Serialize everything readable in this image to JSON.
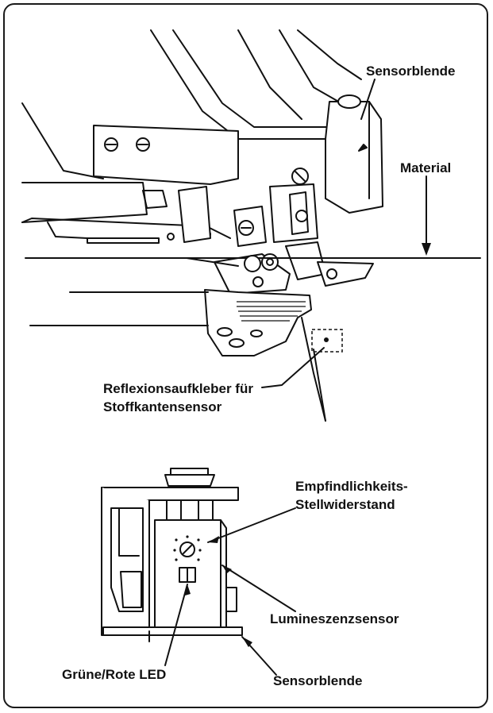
{
  "labels": {
    "sensorblende_top": "Sensorblende",
    "material": "Material",
    "reflexion_line1": "Reflexionsaufkleber für",
    "reflexion_line2": "Stoffkantensensor",
    "empfindlichkeit_line1": "Empfindlichkeits-",
    "empfindlichkeit_line2": "Stellwiderstand",
    "lumineszenzsensor": "Lumineszenzsensor",
    "led": "Grüne/Rote LED",
    "sensorblende_bottom": "Sensorblende"
  }
}
